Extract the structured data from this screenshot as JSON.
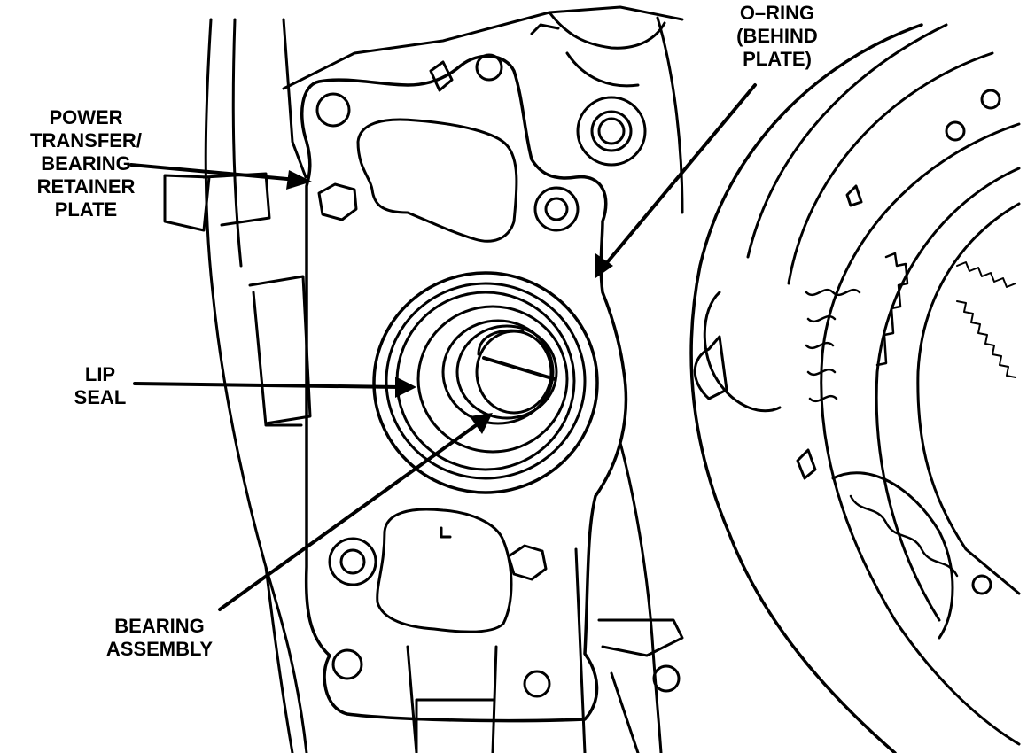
{
  "callouts": {
    "power_transfer_plate": [
      "POWER",
      "TRANSFER/",
      "BEARING",
      "RETAINER",
      "PLATE"
    ],
    "o_ring": [
      "O–RING",
      "(BEHIND",
      "PLATE)"
    ],
    "lip_seal": [
      "LIP",
      "SEAL"
    ],
    "bearing_assembly": [
      "BEARING",
      "ASSEMBLY"
    ]
  },
  "colors": {
    "ink": "#000000",
    "paper": "#ffffff"
  }
}
